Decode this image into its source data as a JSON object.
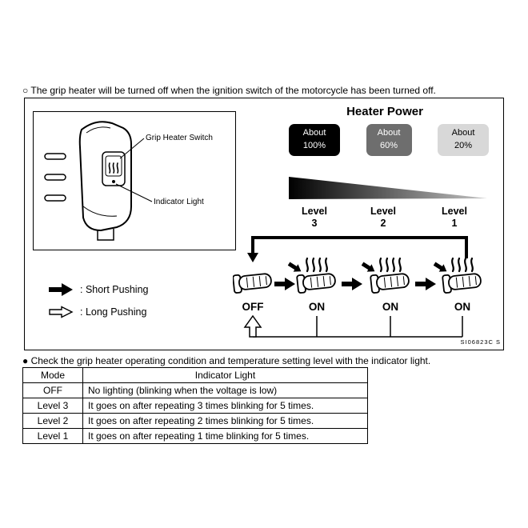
{
  "top_note": "○ The grip heater will be turned off when the ignition switch of the motorcycle has been turned off.",
  "diagram": {
    "switch_labels": {
      "switch": "Grip Heater Switch",
      "indicator": "Indicator Light"
    },
    "title": "Heater Power",
    "power_boxes": [
      {
        "line1": "About",
        "line2": "100%",
        "bg": "#000000",
        "fg": "#ffffff"
      },
      {
        "line1": "About",
        "line2": "60%",
        "bg": "#6e6e6e",
        "fg": "#ffffff"
      },
      {
        "line1": "About",
        "line2": "20%",
        "bg": "#d8d8d8",
        "fg": "#000000"
      }
    ],
    "levels": [
      {
        "line1": "Level",
        "line2": "3"
      },
      {
        "line1": "Level",
        "line2": "2"
      },
      {
        "line1": "Level",
        "line2": "1"
      }
    ],
    "states": [
      "OFF",
      "ON",
      "ON",
      "ON"
    ],
    "legend": {
      "short": ": Short Pushing",
      "long": ": Long Pushing"
    },
    "code": "SI06823C S"
  },
  "bottom_note": "● Check the grip heater operating condition and temperature setting level with the indicator light.",
  "table": {
    "headers": [
      "Mode",
      "Indicator Light"
    ],
    "rows": [
      {
        "mode": "OFF",
        "indicator": "No lighting (blinking when the voltage is low)"
      },
      {
        "mode": "Level 3",
        "indicator": "It goes on after repeating 3 times blinking for 5 times."
      },
      {
        "mode": "Level 2",
        "indicator": "It goes on after repeating 2 times blinking for 5 times."
      },
      {
        "mode": "Level 1",
        "indicator": "It goes on after repeating 1 time blinking for 5 times."
      }
    ]
  }
}
